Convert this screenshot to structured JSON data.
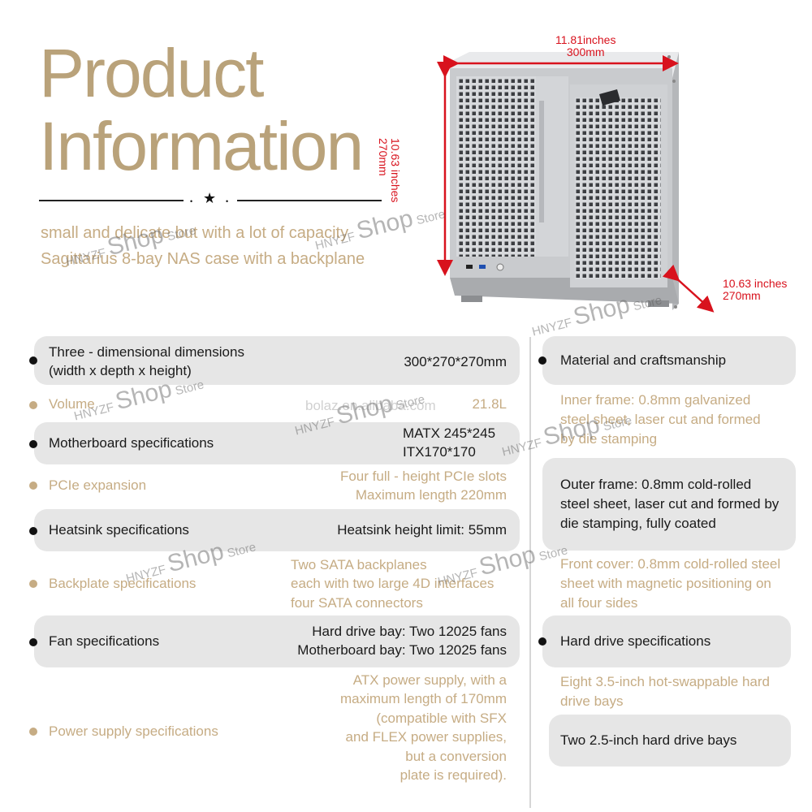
{
  "header": {
    "title_line1": "Product",
    "title_line2": "Information",
    "tagline1": "small and delicate but with a lot of capacity",
    "tagline2": "Sagittarius 8-bay NAS case with a backplane"
  },
  "dimensions": {
    "top": [
      "11.81inches",
      "300mm"
    ],
    "left": [
      "10.63 inches",
      "270mm"
    ],
    "right": [
      "10.63 inches",
      "270mm"
    ]
  },
  "watermarks": {
    "brand": "HNYZF",
    "shop": "Shop",
    "store": "Store",
    "site": "bolaz.en.alibaba.com"
  },
  "specs_left": [
    {
      "label": [
        "Three - dimensional dimensions",
        "(width x depth x height)"
      ],
      "value": [
        "300*270*270mm"
      ],
      "style": "pill"
    },
    {
      "label": [
        "Volume"
      ],
      "value": [
        "21.8L"
      ],
      "style": "plain"
    },
    {
      "label": [
        "Motherboard specifications"
      ],
      "value": [
        "MATX 245*245",
        "ITX170*170"
      ],
      "style": "pill"
    },
    {
      "label": [
        "PCIe expansion"
      ],
      "value": [
        "Four full - height PCIe slots",
        "Maximum length 220mm"
      ],
      "style": "plain"
    },
    {
      "label": [
        "Heatsink specifications"
      ],
      "value": [
        "Heatsink height limit: 55mm"
      ],
      "style": "pill"
    },
    {
      "label": [
        "Backplate specifications"
      ],
      "value": [
        "Two SATA backplanes",
        "each with two large 4D interfaces",
        "four SATA connectors"
      ],
      "style": "plain"
    },
    {
      "label": [
        "Fan specifications"
      ],
      "value": [
        "Hard drive bay: Two 12025 fans",
        "Motherboard bay: Two 12025 fans"
      ],
      "style": "pill"
    },
    {
      "label": [
        "Power supply specifications"
      ],
      "value": [
        "ATX power supply, with a",
        "maximum length of 170mm",
        "(compatible with SFX",
        "and FLEX power supplies,",
        "but a conversion",
        "plate is required)."
      ],
      "style": "plain"
    }
  ],
  "specs_right": {
    "material_heading": "Material and craftsmanship",
    "inner_frame": [
      "Inner frame: 0.8mm galvanized",
      "steel sheet, laser cut and formed",
      "by die stamping"
    ],
    "outer_frame": [
      "Outer frame: 0.8mm cold-rolled",
      "steel sheet, laser cut and formed by",
      "die stamping, fully coated"
    ],
    "front_cover": [
      "Front cover: 0.8mm cold-rolled steel",
      "sheet with magnetic positioning on",
      "all four sides"
    ],
    "hdd_heading": "Hard drive specifications",
    "hdd_35": [
      "Eight 3.5-inch hot-swappable hard",
      "drive bays"
    ],
    "hdd_25": "Two 2.5-inch hard drive bays"
  }
}
